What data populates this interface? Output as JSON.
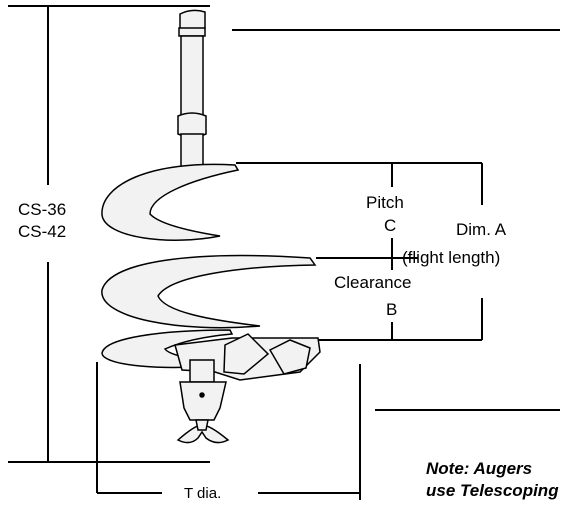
{
  "labels": {
    "model_line1": "CS-36",
    "model_line2": "CS-42",
    "pitch_line1": "Pitch",
    "pitch_line2": "C",
    "dim_a_line1": "Dim. A",
    "dim_a_line2": "(flight length)",
    "clearance_line1": "Clearance",
    "clearance_line2": "B",
    "t_dia": "T dia."
  },
  "note": {
    "line1": "Note: Augers",
    "line2": "use Telescoping"
  },
  "colors": {
    "line": "#000000",
    "background": "#ffffff",
    "auger_fill": "#f2f2f2"
  }
}
